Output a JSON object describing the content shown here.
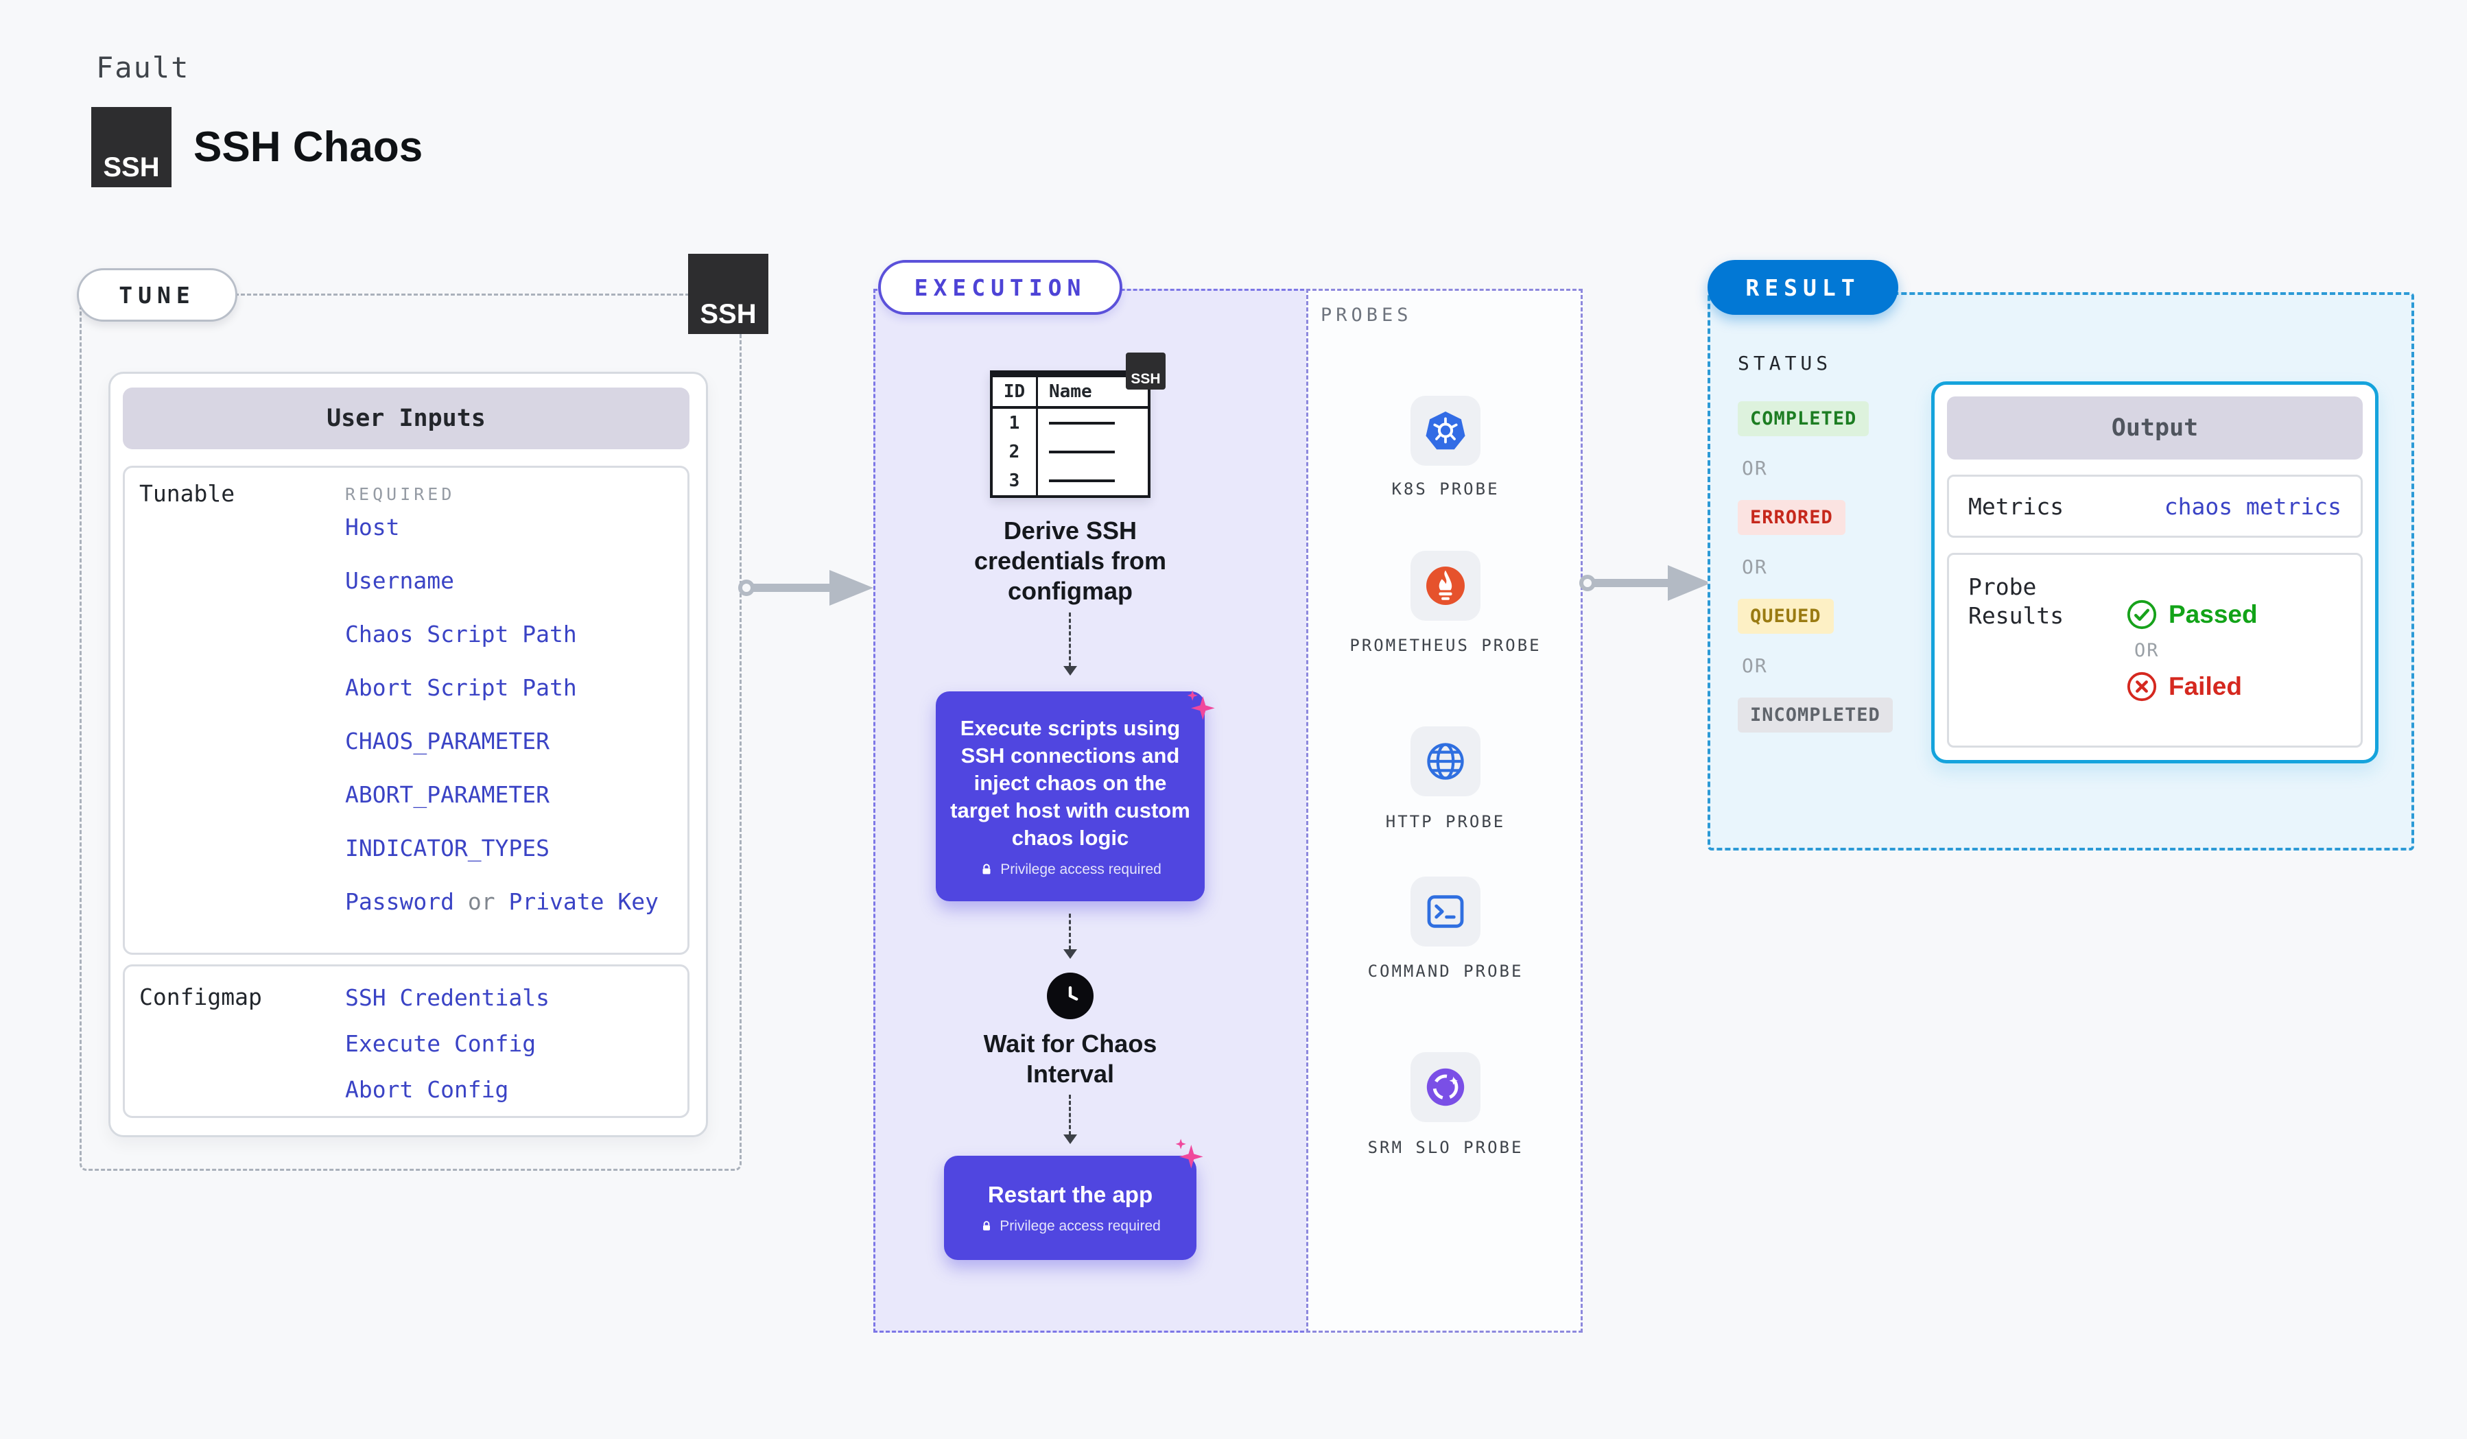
{
  "header": {
    "eyebrow": "Fault",
    "title": "SSH Chaos",
    "logo_text": "SSH"
  },
  "tune": {
    "pill_label": "TUNE",
    "ssh_badge_text": "SSH",
    "card_title": "User Inputs",
    "tunable_label": "Tunable",
    "required_label": "REQUIRED",
    "tunable_links": [
      "Host",
      "Username",
      "Chaos Script Path",
      "Abort Script Path",
      "CHAOS_PARAMETER",
      "ABORT_PARAMETER",
      "INDICATOR_TYPES"
    ],
    "password_link": "Password",
    "or_text": "or",
    "private_key_link": "Private Key",
    "configmap_label": "Configmap",
    "configmap_links": [
      "SSH Credentials",
      "Execute Config",
      "Abort Config"
    ]
  },
  "execution": {
    "pill_label": "EXECUTION",
    "table_icon": {
      "badge": "SSH",
      "col_id": "ID",
      "col_name": "Name",
      "rows": [
        "1",
        "2",
        "3"
      ]
    },
    "step1_title": "Derive SSH credentials from configmap",
    "step2_text": "Execute scripts using SSH connections and inject chaos on the target host with custom chaos logic",
    "privilege_badge": "Privilege access required",
    "step3_title": "Wait for Chaos Interval",
    "step4_text": "Restart the app"
  },
  "probes": {
    "label": "PROBES",
    "items": [
      {
        "name": "K8S PROBE",
        "icon": "kubernetes-icon"
      },
      {
        "name": "PROMETHEUS PROBE",
        "icon": "prometheus-icon"
      },
      {
        "name": "HTTP PROBE",
        "icon": "globe-icon"
      },
      {
        "name": "COMMAND PROBE",
        "icon": "terminal-icon"
      },
      {
        "name": "SRM SLO PROBE",
        "icon": "srm-slo-icon"
      }
    ]
  },
  "result": {
    "pill_label": "RESULT",
    "status_label": "STATUS",
    "or_text": "OR",
    "statuses": [
      {
        "label": "COMPLETED",
        "bg": "#ddf2dd",
        "color": "#1c7d22"
      },
      {
        "label": "ERRORED",
        "bg": "#fbe3e1",
        "color": "#c6281c"
      },
      {
        "label": "QUEUED",
        "bg": "#fdf0c5",
        "color": "#9a7b12"
      },
      {
        "label": "INCOMPLETED",
        "bg": "#e4e4e8",
        "color": "#5f646b"
      }
    ],
    "output": {
      "title": "Output",
      "metrics_label": "Metrics",
      "metrics_value": "chaos metrics",
      "probe_results_label": "Probe Results",
      "passed_label": "Passed",
      "failed_label": "Failed",
      "or_text": "OR"
    }
  },
  "colors": {
    "page_bg": "#f7f8fa",
    "accent_purple": "#5046e0",
    "execution_bg": "#e9e8fb",
    "result_blue": "#0278d5",
    "result_bg": "#e9f5fc",
    "output_border_cyan": "#15a3dc",
    "link_blue": "#3a43c5",
    "passed_green": "#12a318",
    "failed_red": "#d5281f",
    "sparkle_pink": "#f0489c"
  }
}
